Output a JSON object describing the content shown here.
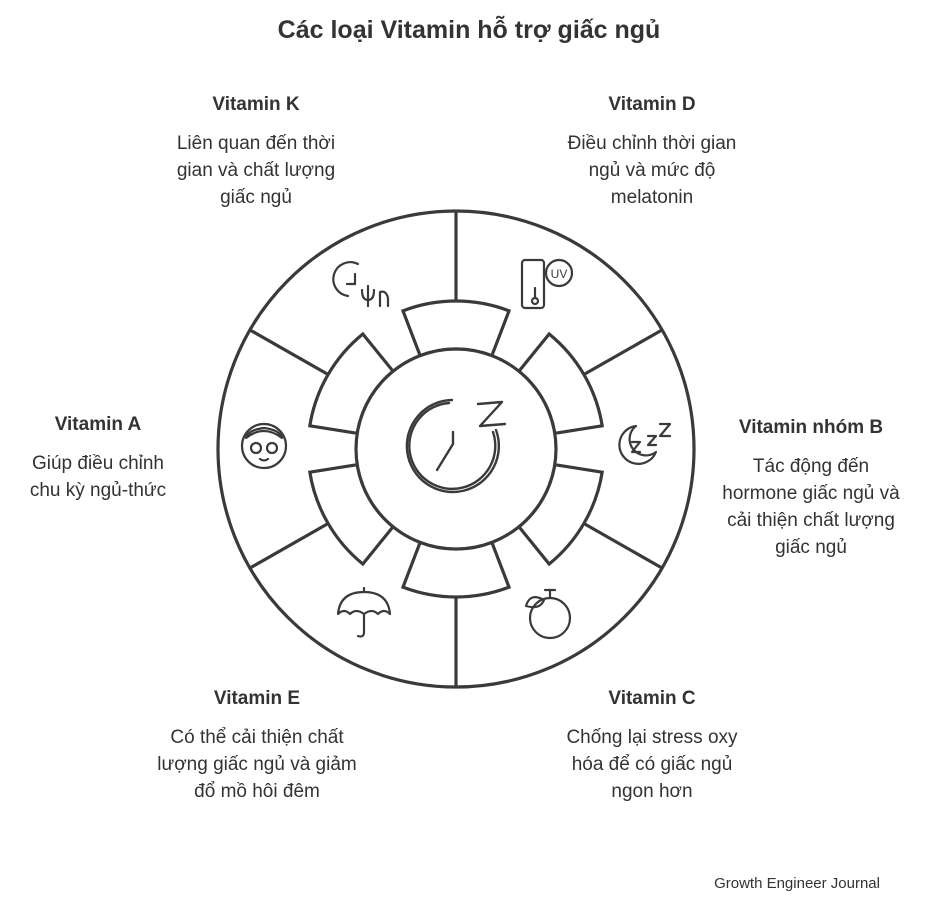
{
  "title": "Các loại Vitamin hỗ trợ giấc ngủ",
  "center_icon": "clock-sleep-icon",
  "segments": [
    {
      "id": "vitamin-k",
      "name": "Vitamin K",
      "desc": [
        "Liên quan đến thời",
        "gian và chất lượng",
        "giấc ngủ"
      ],
      "icon": "clock-plant-icon"
    },
    {
      "id": "vitamin-d",
      "name": "Vitamin D",
      "desc": [
        "Điều chỉnh thời gian",
        "ngủ và mức độ",
        "melatonin"
      ],
      "icon": "uv-phone-icon",
      "icon_text": "UV"
    },
    {
      "id": "vitamin-b",
      "name": "Vitamin nhóm B",
      "desc": [
        "Tác động đến",
        "hormone giấc ngủ và",
        "cải thiện chất lượng",
        "giấc ngủ"
      ],
      "icon": "moon-sleep-icon"
    },
    {
      "id": "vitamin-c",
      "name": "Vitamin C",
      "desc": [
        "Chống lại stress oxy",
        "hóa để có giấc ngủ",
        "ngon hơn"
      ],
      "icon": "fruit-icon"
    },
    {
      "id": "vitamin-e",
      "name": "Vitamin E",
      "desc": [
        "Có thể cải thiện chất",
        "lượng giấc ngủ và giảm",
        "đổ mồ hôi đêm"
      ],
      "icon": "umbrella-icon"
    },
    {
      "id": "vitamin-a",
      "name": "Vitamin A",
      "desc": [
        "Giúp điều chỉnh",
        "chu kỳ ngủ-thức"
      ],
      "icon": "face-mask-icon"
    }
  ],
  "footer": "Growth Engineer Journal",
  "colors": {
    "stroke": "#3a3a3a",
    "text": "#333333",
    "background": "#ffffff"
  }
}
